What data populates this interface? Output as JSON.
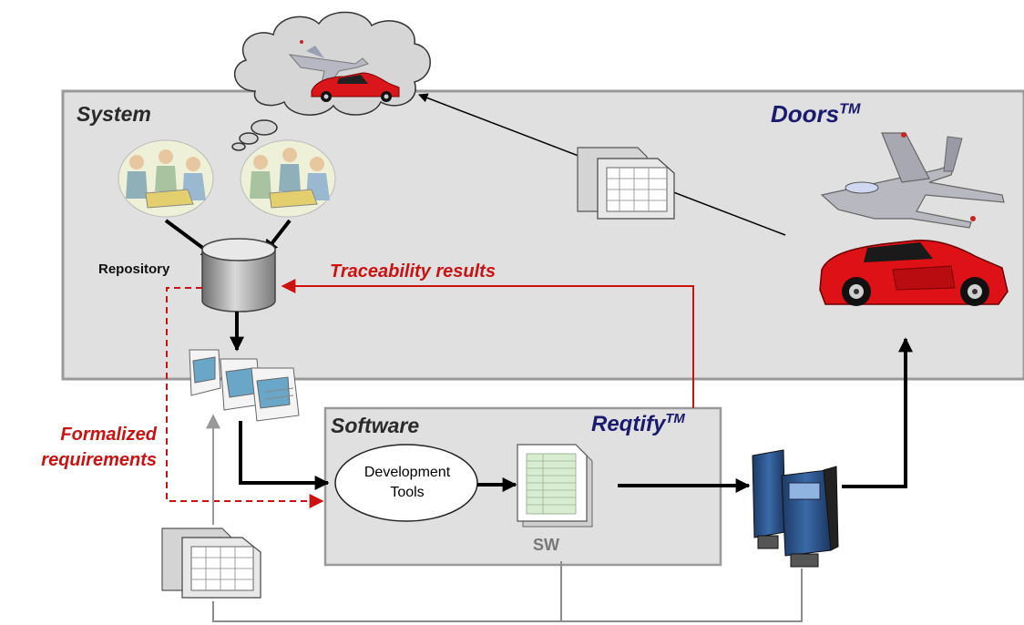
{
  "system": {
    "title": "System"
  },
  "doors": {
    "name": "Doors",
    "tm": "TM"
  },
  "software": {
    "title": "Software"
  },
  "reqtify": {
    "name": "Reqtify",
    "tm": "TM"
  },
  "repository": {
    "label": "Repository"
  },
  "traceability": {
    "label": "Traceability results"
  },
  "formalized": {
    "line1": "Formalized",
    "line2": "requirements"
  },
  "dev_tools": {
    "line1": "Development",
    "line2": "Tools"
  },
  "sw": {
    "label": "SW"
  },
  "colors": {
    "panel_fill": "#e0e0e0",
    "panel_stroke": "#9a9a9a",
    "accent_red": "#cc1111",
    "brand_navy": "#1a1a6e",
    "connector_gray": "#8c8c8c"
  }
}
